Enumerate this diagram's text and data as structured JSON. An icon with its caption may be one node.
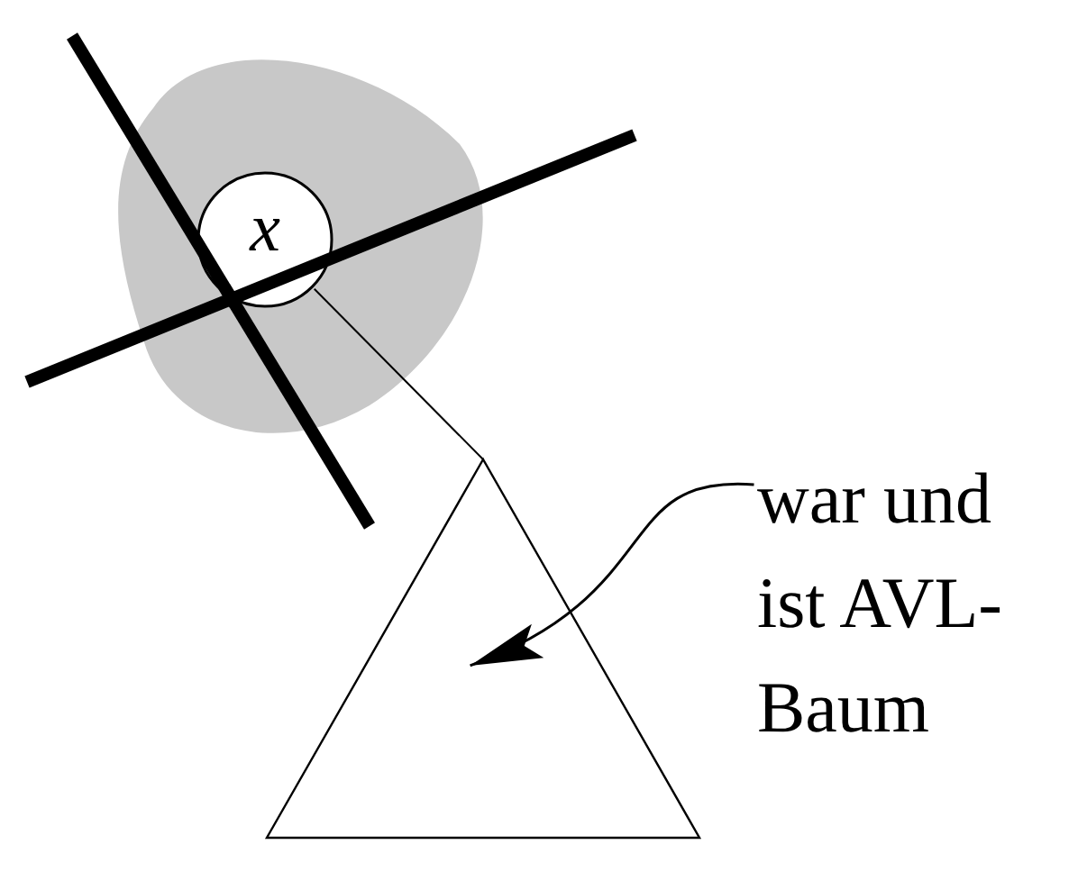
{
  "diagram": {
    "nodes": [
      {
        "text": [],
        "shape": "blob"
      },
      {
        "text": [
          "x"
        ],
        "in": 0
      },
      {
        "text": [],
        "shape": "triangle"
      },
      {
        "text": [
          "war und ist AVL-Baum"
        ]
      }
    ],
    "edges": [
      {
        "from": 1,
        "to": 2,
        "arrow": "none"
      },
      {
        "from": 3,
        "to": 2,
        "arrow": "to"
      }
    ]
  }
}
